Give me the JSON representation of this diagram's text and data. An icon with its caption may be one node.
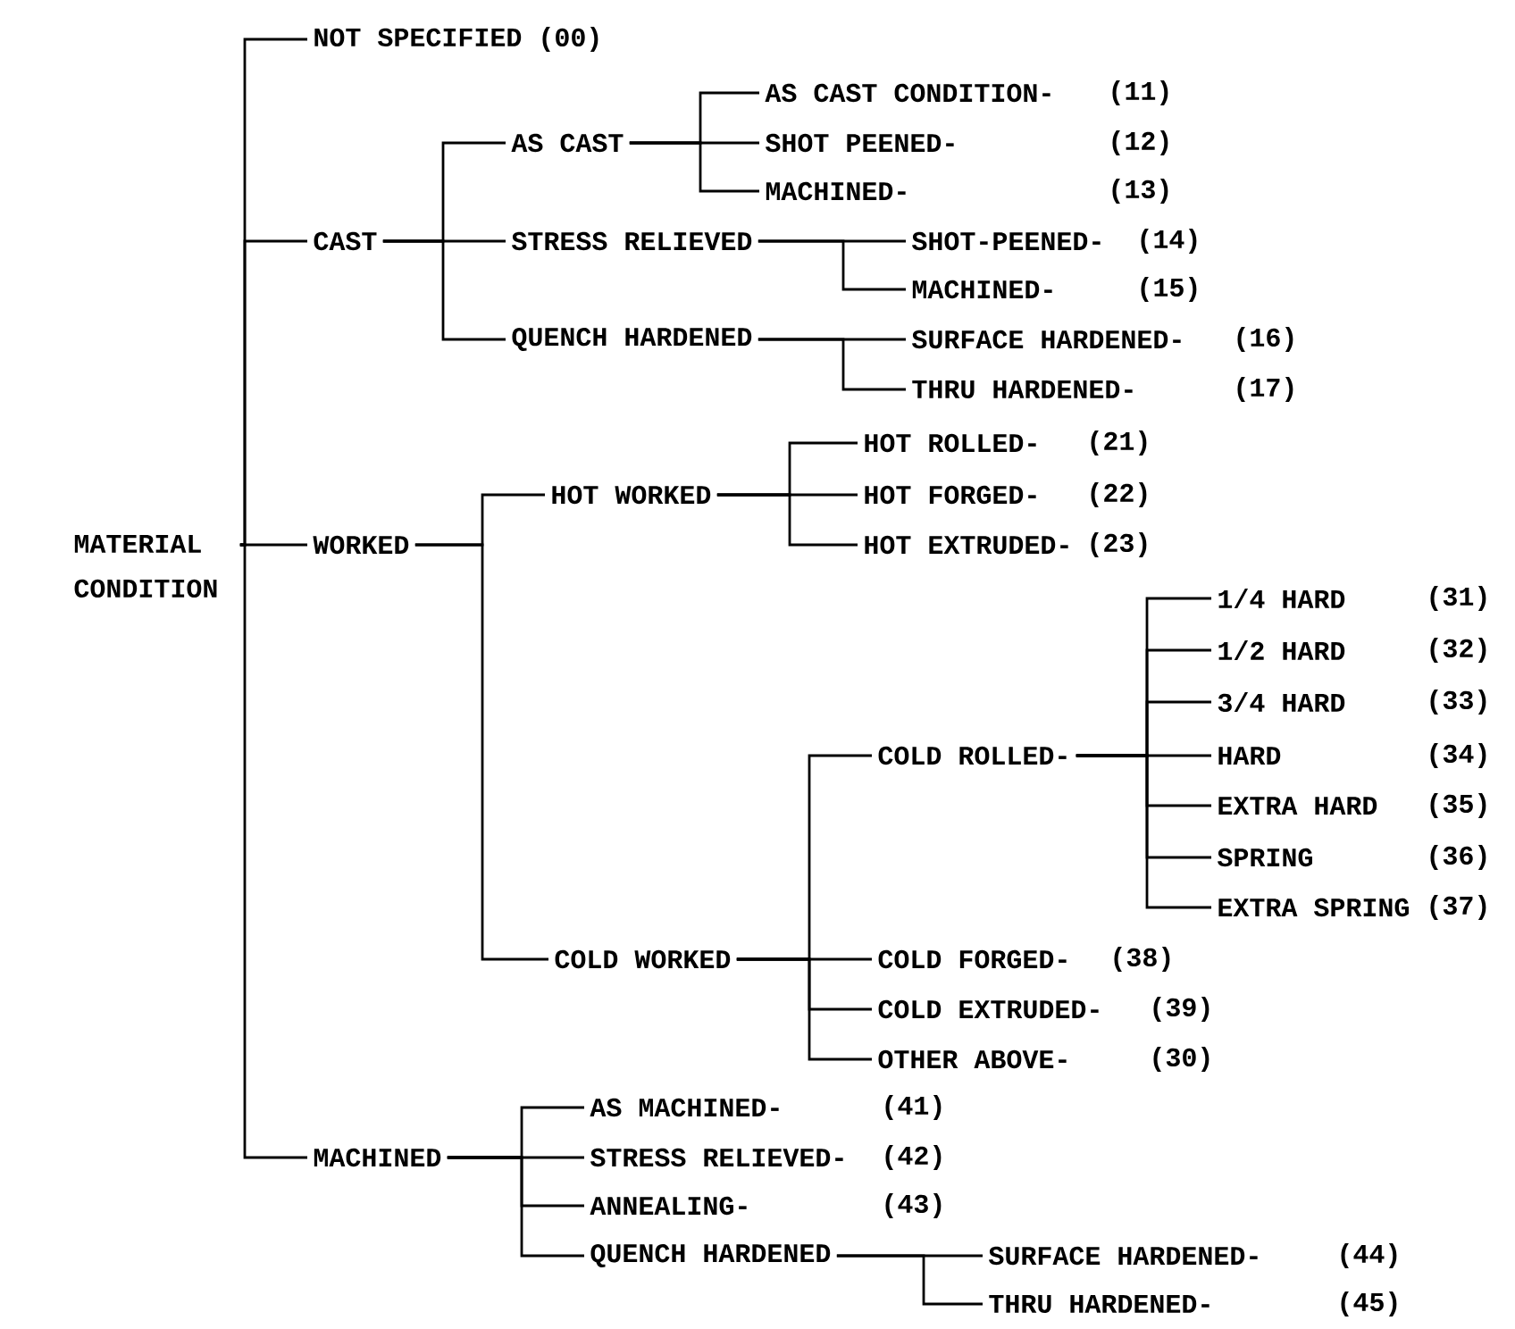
{
  "diagram": {
    "nodes": [
      {
        "text": [
          "MATERIAL CONDITION"
        ]
      },
      {
        "text": [
          "NOT SPECIFIED (00)"
        ]
      },
      {
        "text": [
          "CAST"
        ]
      },
      {
        "text": [
          "AS CAST"
        ]
      },
      {
        "text": [
          "AS CAST CONDITION-",
          "(11)"
        ]
      },
      {
        "text": [
          "SHOT PEENED-",
          "(12)"
        ]
      },
      {
        "text": [
          "MACHINED-",
          "(13)"
        ]
      },
      {
        "text": [
          "STRESS RELIEVED"
        ]
      },
      {
        "text": [
          "SHOT-PEENED-",
          "(14)"
        ]
      },
      {
        "text": [
          "MACHINED-",
          "(15)"
        ]
      },
      {
        "text": [
          "QUENCH HARDENED"
        ]
      },
      {
        "text": [
          "SURFACE HARDENED-",
          "(16)"
        ]
      },
      {
        "text": [
          "THRU HARDENED-",
          "(17)"
        ]
      },
      {
        "text": [
          "WORKED"
        ]
      },
      {
        "text": [
          "HOT WORKED"
        ]
      },
      {
        "text": [
          "HOT ROLLED-",
          "(21)"
        ]
      },
      {
        "text": [
          "HOT FORGED-",
          "(22)"
        ]
      },
      {
        "text": [
          "HOT EXTRUDED-",
          "(23)"
        ]
      },
      {
        "text": [
          "COLD WORKED"
        ]
      },
      {
        "text": [
          "COLD ROLLED-"
        ]
      },
      {
        "text": [
          "1/4 HARD",
          "(31)"
        ]
      },
      {
        "text": [
          "1/2 HARD",
          "(32)"
        ]
      },
      {
        "text": [
          "3/4 HARD",
          "(33)"
        ]
      },
      {
        "text": [
          "HARD",
          "(34)"
        ]
      },
      {
        "text": [
          "EXTRA HARD",
          "(35)"
        ]
      },
      {
        "text": [
          "SPRING",
          "(36)"
        ]
      },
      {
        "text": [
          "EXTRA SPRING",
          "(37)"
        ]
      },
      {
        "text": [
          "COLD FORGED-",
          "(38)"
        ]
      },
      {
        "text": [
          "COLD EXTRUDED-",
          "(39)"
        ]
      },
      {
        "text": [
          "OTHER ABOVE-",
          "(30)"
        ]
      },
      {
        "text": [
          "MACHINED"
        ]
      },
      {
        "text": [
          "AS MACHINED-",
          "(41)"
        ]
      },
      {
        "text": [
          "STRESS RELIEVED-",
          "(42)"
        ]
      },
      {
        "text": [
          "ANNEALING-",
          "(43)"
        ]
      },
      {
        "text": [
          "QUENCH HARDENED"
        ]
      },
      {
        "text": [
          "SURFACE HARDENED-",
          "(44)"
        ]
      },
      {
        "text": [
          "THRU HARDENED-",
          "(45)"
        ]
      }
    ],
    "edges": [
      {
        "from": 0,
        "to": 1,
        "arrow": "none"
      },
      {
        "from": 0,
        "to": 2,
        "arrow": "none"
      },
      {
        "from": 0,
        "to": 13,
        "arrow": "none"
      },
      {
        "from": 0,
        "to": 30,
        "arrow": "none"
      },
      {
        "from": 2,
        "to": 3,
        "arrow": "none"
      },
      {
        "from": 2,
        "to": 7,
        "arrow": "none"
      },
      {
        "from": 2,
        "to": 10,
        "arrow": "none"
      },
      {
        "from": 3,
        "to": 4,
        "arrow": "none"
      },
      {
        "from": 3,
        "to": 5,
        "arrow": "none"
      },
      {
        "from": 3,
        "to": 6,
        "arrow": "none"
      },
      {
        "from": 7,
        "to": 8,
        "arrow": "none"
      },
      {
        "from": 7,
        "to": 9,
        "arrow": "none"
      },
      {
        "from": 10,
        "to": 11,
        "arrow": "none"
      },
      {
        "from": 10,
        "to": 12,
        "arrow": "none"
      },
      {
        "from": 13,
        "to": 14,
        "arrow": "none"
      },
      {
        "from": 13,
        "to": 18,
        "arrow": "none"
      },
      {
        "from": 14,
        "to": 15,
        "arrow": "none"
      },
      {
        "from": 14,
        "to": 16,
        "arrow": "none"
      },
      {
        "from": 14,
        "to": 17,
        "arrow": "none"
      },
      {
        "from": 18,
        "to": 19,
        "arrow": "none"
      },
      {
        "from": 18,
        "to": 27,
        "arrow": "none"
      },
      {
        "from": 18,
        "to": 28,
        "arrow": "none"
      },
      {
        "from": 18,
        "to": 29,
        "arrow": "none"
      },
      {
        "from": 19,
        "to": 20,
        "arrow": "none"
      },
      {
        "from": 19,
        "to": 21,
        "arrow": "none"
      },
      {
        "from": 19,
        "to": 22,
        "arrow": "none"
      },
      {
        "from": 19,
        "to": 23,
        "arrow": "none"
      },
      {
        "from": 19,
        "to": 24,
        "arrow": "none"
      },
      {
        "from": 19,
        "to": 25,
        "arrow": "none"
      },
      {
        "from": 19,
        "to": 26,
        "arrow": "none"
      },
      {
        "from": 30,
        "to": 31,
        "arrow": "none"
      },
      {
        "from": 30,
        "to": 32,
        "arrow": "none"
      },
      {
        "from": 30,
        "to": 33,
        "arrow": "none"
      },
      {
        "from": 30,
        "to": 34,
        "arrow": "none"
      },
      {
        "from": 34,
        "to": 35,
        "arrow": "none"
      },
      {
        "from": 34,
        "to": 36,
        "arrow": "none"
      }
    ]
  }
}
